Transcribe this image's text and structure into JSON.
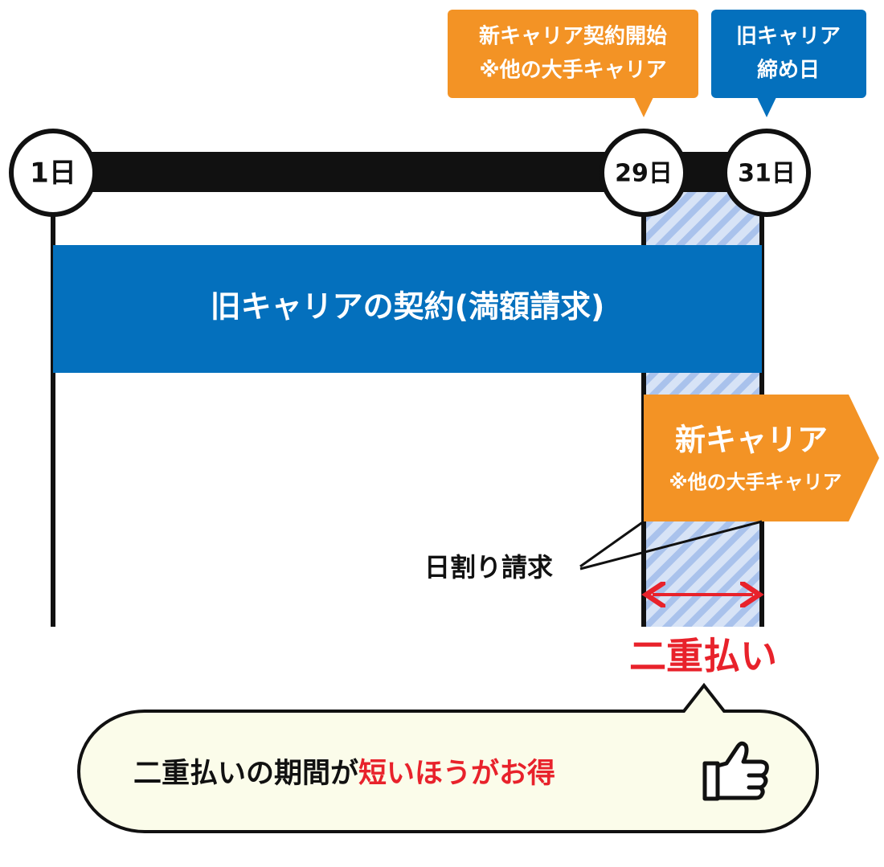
{
  "colors": {
    "blue": "#0470BD",
    "orange": "#F39325",
    "red": "#E8222B",
    "black": "#111111",
    "hatch_fill": "#D7E3F6",
    "hatch_line": "#A9C2EC",
    "bubble_fill": "#FBFCEA"
  },
  "timeline": {
    "day_start": "1日",
    "day_switch": "29日",
    "day_end": "31日"
  },
  "callouts": {
    "new_start_line1": "新キャリア契約開始",
    "new_start_line2": "※他の大手キャリア",
    "old_close_line1": "旧キャリア",
    "old_close_line2": "締め日"
  },
  "bars": {
    "old_contract": "旧キャリアの契約(満額請求)",
    "new_carrier_title": "新キャリア",
    "new_carrier_sub": "※他の大手キャリア"
  },
  "labels": {
    "prorated": "日割り請求",
    "double_pay": "二重払い"
  },
  "bubble": {
    "prefix": "二重払いの期間が",
    "highlight": "短いほうがお得",
    "icon": "thumbs-up-icon"
  }
}
